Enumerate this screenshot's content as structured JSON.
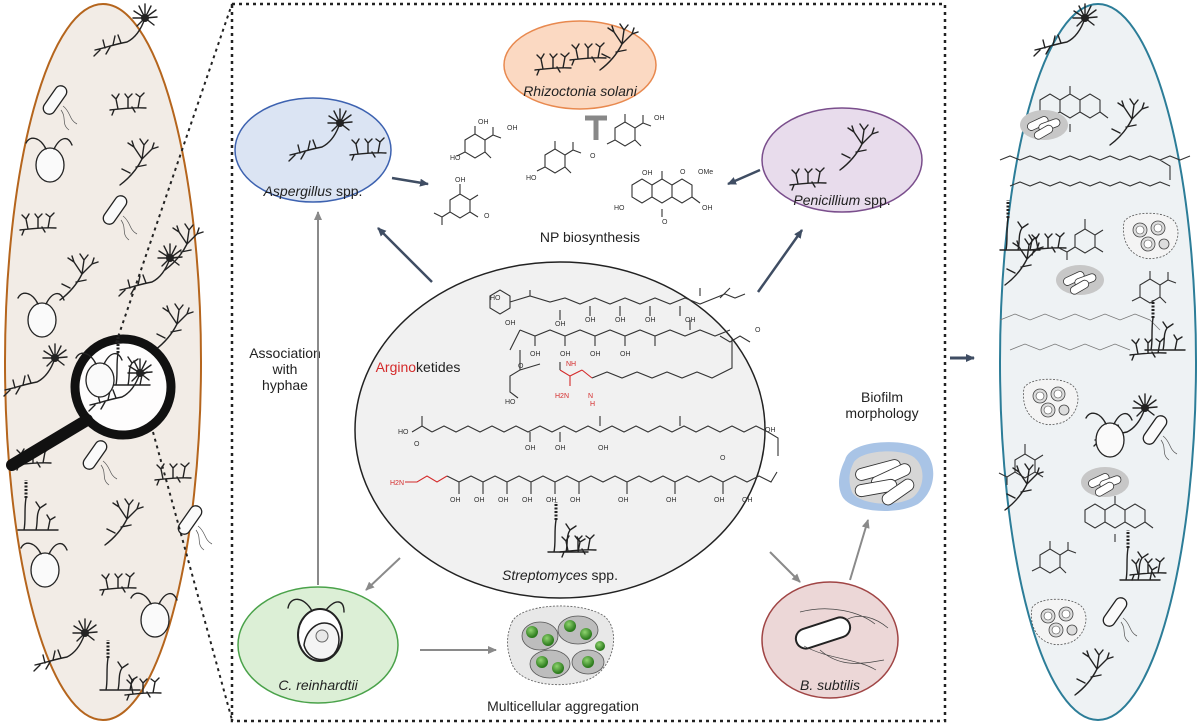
{
  "labels": {
    "rhizoctonia": "Rhizoctonia solani",
    "aspergillus_genus": "Aspergillus",
    "aspergillus_suffix": " spp.",
    "penicillium_genus": "Penicillium",
    "penicillium_suffix": " spp.",
    "np_biosynthesis": "NP biosynthesis",
    "association_1": "Association",
    "association_2": "with",
    "association_3": "hyphae",
    "argino_red": "Argino",
    "argino_black": "ketides",
    "biofilm_1": "Biofilm",
    "biofilm_2": "morphology",
    "streptomyces_genus": "Streptomyces",
    "streptomyces_suffix": " spp.",
    "chlamy": "C. reinhardtii",
    "bsubtilis": "B. subtilis",
    "multicellular": "Multicellular aggregation"
  },
  "chem": {
    "oh": "OH",
    "ome": "OMe",
    "o": "O",
    "h2n": "H2N",
    "nh": "NH",
    "n": "N",
    "ho": "HO",
    "h": "H"
  },
  "colors": {
    "left_ellipse_border": "#b5651d",
    "left_ellipse_fill": "#f2ece6",
    "right_ellipse_border": "#2c7d98",
    "right_ellipse_fill": "#eef2f4",
    "aspergillus_fill": "#dbe4f3",
    "aspergillus_border": "#3d62b0",
    "penicillium_fill": "#e8dcec",
    "penicillium_border": "#7a4e8c",
    "rhizoctonia_fill": "#fbd9c2",
    "rhizoctonia_border": "#e8894f",
    "chlamy_fill": "#dcefd6",
    "chlamy_border": "#4aa24a",
    "bsubtilis_fill": "#ecd7d7",
    "bsubtilis_border": "#a04545",
    "center_fill": "#f1f1f1",
    "dark_arrow": "#3f4d63",
    "grey_arrow": "#8a8a8a",
    "highlight_red": "#d42a2a",
    "biofilm_blue": "#a9c4e6",
    "algae_green": "#3a9a2a"
  }
}
